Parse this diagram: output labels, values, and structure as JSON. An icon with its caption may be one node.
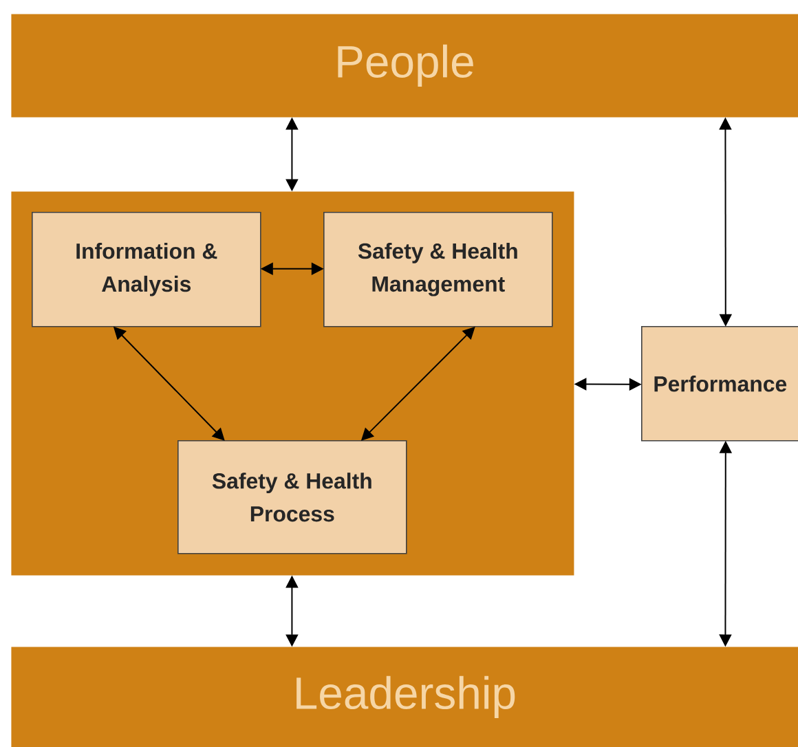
{
  "diagram": {
    "nodes": [
      {
        "text": [
          "People"
        ]
      },
      {
        "text": [],
        "shape": "box"
      },
      {
        "text": [
          "Information & Analysis"
        ],
        "in": 1
      },
      {
        "text": [
          "Safety & Health Management"
        ],
        "in": 1
      },
      {
        "text": [
          "Safety & Health Process"
        ],
        "in": 1
      },
      {
        "text": [
          "Performance"
        ]
      },
      {
        "text": [
          "Leadership"
        ]
      }
    ],
    "edges": [
      {
        "from": 0,
        "to": 1,
        "arrow": "both"
      },
      {
        "from": 2,
        "to": 3,
        "arrow": "both"
      },
      {
        "from": 2,
        "to": 4,
        "arrow": "both"
      },
      {
        "from": 3,
        "to": 4,
        "arrow": "both"
      },
      {
        "from": 1,
        "to": 5,
        "arrow": "both"
      },
      {
        "from": 0,
        "to": 5,
        "arrow": "both"
      },
      {
        "from": 5,
        "to": 6,
        "arrow": "both"
      },
      {
        "from": 1,
        "to": 6,
        "arrow": "both"
      }
    ]
  }
}
